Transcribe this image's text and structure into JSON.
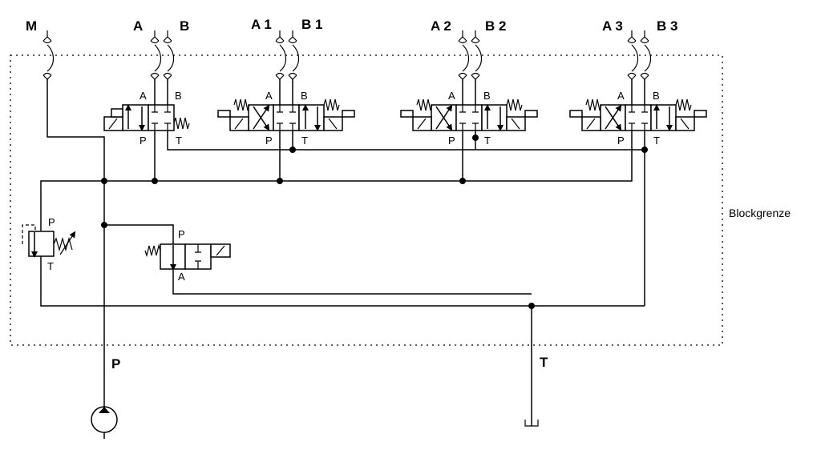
{
  "diagram": {
    "type": "hydraulic-schematic",
    "block_boundary_label": "Blockgrenze",
    "external_ports": {
      "M": "M",
      "A": "A",
      "B": "B",
      "A1": "A 1",
      "B1": "B 1",
      "A2": "A 2",
      "B2": "B 2",
      "A3": "A 3",
      "B3": "B 3",
      "P": "P",
      "T": "T"
    },
    "valve_port_labels": {
      "A": "A",
      "B": "B",
      "P": "P",
      "T": "T"
    },
    "components": [
      {
        "id": "valve-0",
        "kind": "4/2 directional valve, solenoid, spring return",
        "ports": [
          "A",
          "B",
          "P",
          "T"
        ]
      },
      {
        "id": "valve-1",
        "kind": "4/3 directional valve, double solenoid, spring centered",
        "ports": [
          "A",
          "B",
          "P",
          "T"
        ]
      },
      {
        "id": "valve-2",
        "kind": "4/3 directional valve, double solenoid, spring centered",
        "ports": [
          "A",
          "B",
          "P",
          "T"
        ]
      },
      {
        "id": "valve-3",
        "kind": "4/3 directional valve, double solenoid, spring centered",
        "ports": [
          "A",
          "B",
          "P",
          "T"
        ]
      },
      {
        "id": "relief-valve",
        "kind": "adjustable pressure relief valve",
        "ports": [
          "P",
          "T"
        ]
      },
      {
        "id": "valve-2-2",
        "kind": "2/2 directional valve, solenoid, spring return",
        "ports": [
          "P",
          "A"
        ]
      },
      {
        "id": "pump",
        "kind": "hydraulic pump"
      },
      {
        "id": "tank",
        "kind": "tank"
      }
    ]
  }
}
